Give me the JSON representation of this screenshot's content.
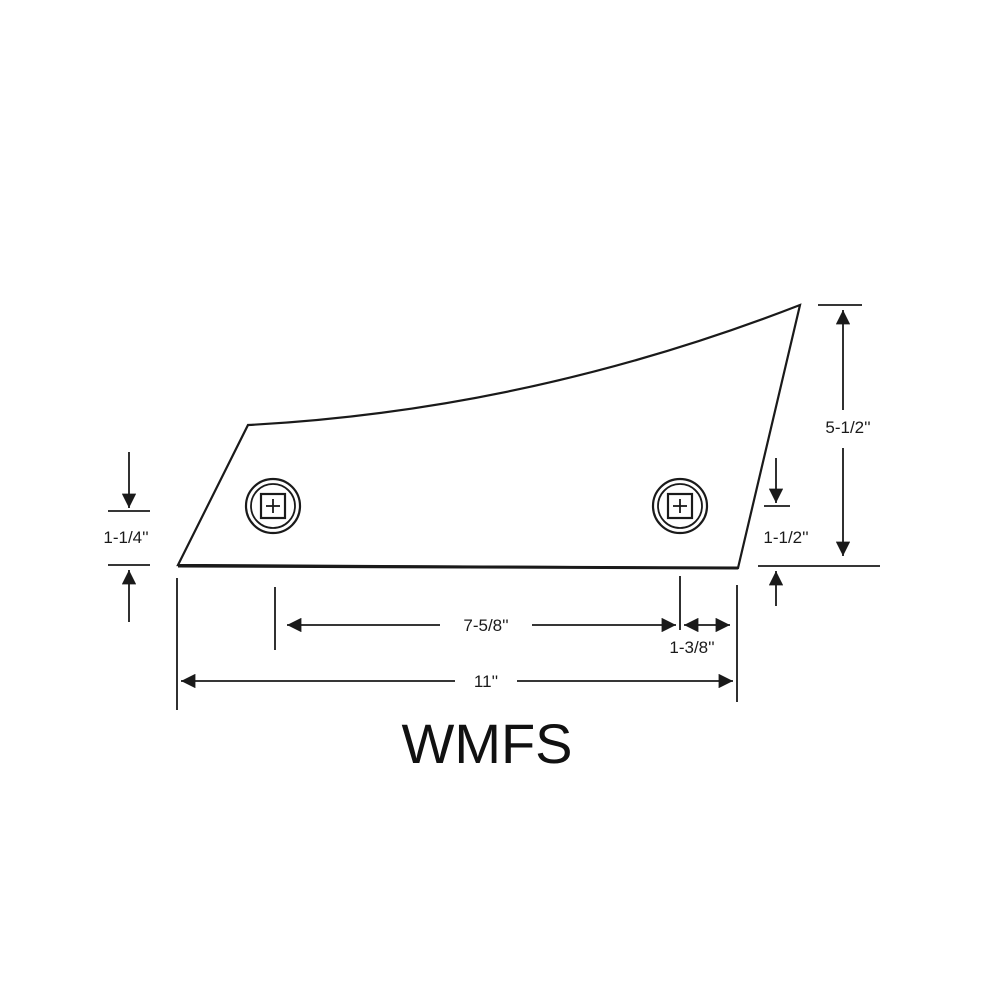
{
  "model_label": "WMFS",
  "dimensions": {
    "height_total": "5-1/2''",
    "left_hole_height": "1-1/4''",
    "right_hole_height": "1-1/2''",
    "hole_spacing": "7-5/8''",
    "right_hole_offset": "1-3/8''",
    "overall_width": "11''"
  },
  "colors": {
    "line": "#1a1a1a",
    "background": "#ffffff"
  }
}
